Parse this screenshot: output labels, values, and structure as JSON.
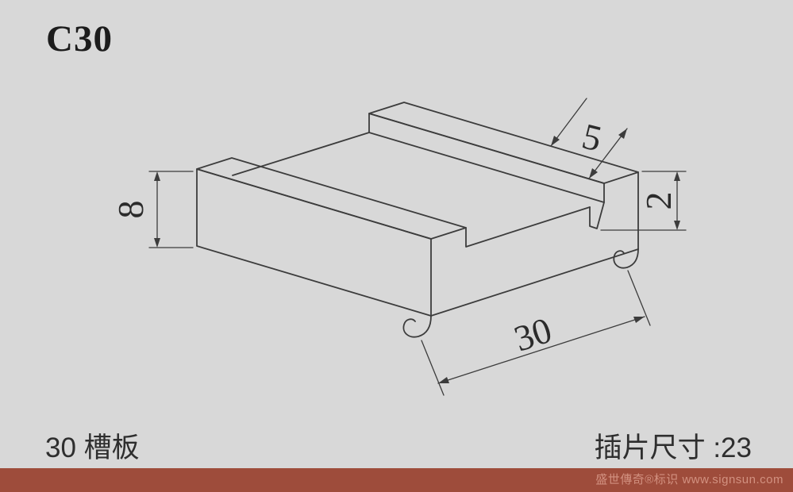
{
  "header": {
    "model_code": "C30"
  },
  "dimensions": {
    "height": "8",
    "slot_width": "5",
    "slot_depth": "2",
    "width": "30"
  },
  "labels": {
    "product_name": "30 槽板",
    "insert_spec": "插片尺寸 :23"
  },
  "footer": {
    "watermark": "盛世傳奇®标识 www.signsun.com"
  },
  "colors": {
    "background": "#d8d8d8",
    "line": "#3c3c3c",
    "footer_bar": "#9e4c3b",
    "footer_text": "#d29180"
  }
}
